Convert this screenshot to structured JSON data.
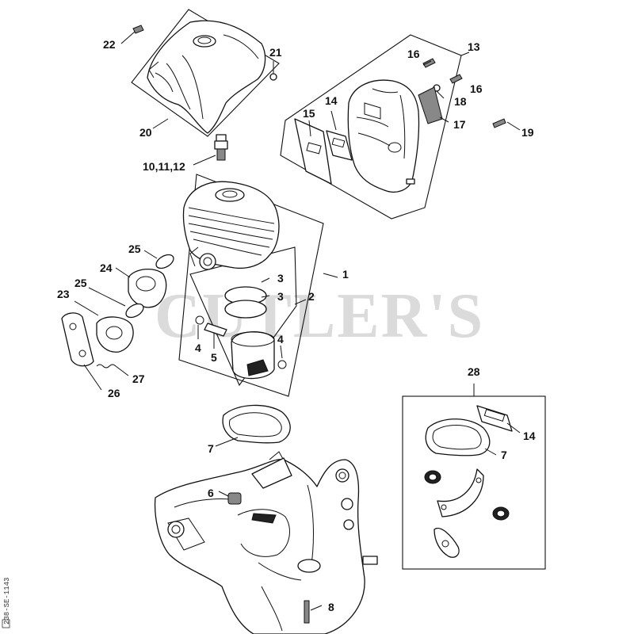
{
  "watermark": "CUTLER'S",
  "drawing_code": "238-SE-1143",
  "part_callouts": {
    "p1": "1",
    "p2": "2",
    "p3a": "3",
    "p3b": "3",
    "p4a": "4",
    "p4b": "4",
    "p5": "5",
    "p6": "6",
    "p7a": "7",
    "p7b": "7",
    "p8": "8",
    "p10": "10,11,12",
    "p13": "13",
    "p14a": "14",
    "p14b": "14",
    "p15": "15",
    "p16a": "16",
    "p16b": "16",
    "p17": "17",
    "p18": "18",
    "p19": "19",
    "p20": "20",
    "p21": "21",
    "p22": "22",
    "p23": "23",
    "p24": "24",
    "p25a": "25",
    "p25b": "25",
    "p26": "26",
    "p27": "27",
    "p28": "28"
  }
}
